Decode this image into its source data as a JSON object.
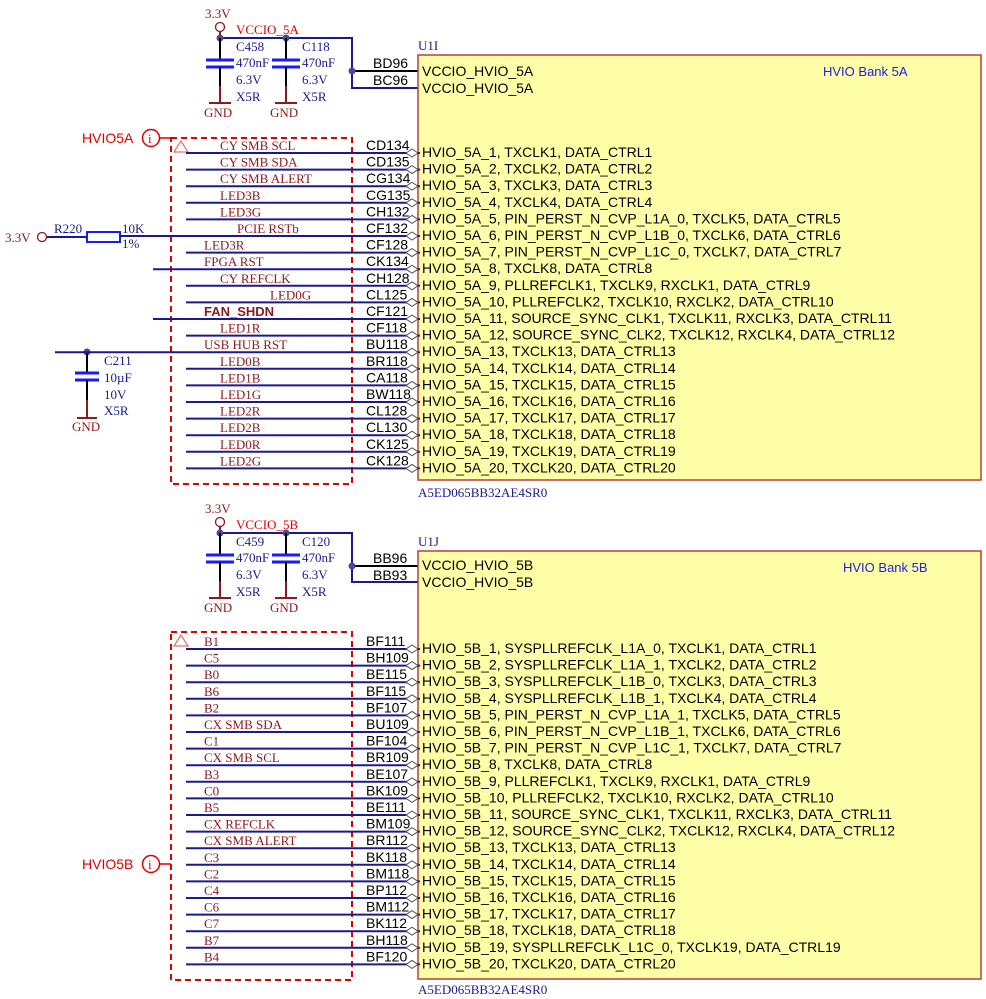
{
  "colors": {
    "wire": "#1a1a8c",
    "net_label": "#8b1a1a",
    "power_label": "#e00000",
    "component_body": "#ffffa8",
    "bank_label": "#2020e0"
  },
  "bank_5a": {
    "power": {
      "supply": "3.3V",
      "net": "VCCIO_5A",
      "caps": [
        {
          "ref": "C458",
          "value": "470nF",
          "voltage": "6.3V",
          "dielectric": "X5R",
          "gnd": "GND"
        },
        {
          "ref": "C118",
          "value": "470nF",
          "voltage": "6.3V",
          "dielectric": "X5R",
          "gnd": "GND"
        }
      ],
      "pins": [
        {
          "ball": "BD96",
          "name": "VCCIO_HVIO_5A"
        },
        {
          "ball": "BC96",
          "name": "VCCIO_HVIO_5A"
        }
      ]
    },
    "component": {
      "designator": "U1I",
      "part": "A5ED065BB32AE4SR0",
      "bank_label": "HVIO Bank 5A"
    },
    "harness": {
      "name": "HVIO5A",
      "icon": "info-icon"
    },
    "pullup": {
      "supply": "3.3V",
      "ref": "R220",
      "value": "10K",
      "tolerance": "1%"
    },
    "bypass": {
      "ref": "C211",
      "value": "10µF",
      "voltage": "10V",
      "dielectric": "X5R",
      "gnd": "GND"
    },
    "signals": [
      {
        "net": "CY_SMB_SCL",
        "ball": "CD134",
        "pin": "HVIO_5A_1, TXCLK1, DATA_CTRL1"
      },
      {
        "net": "CY_SMB_SDA",
        "ball": "CD135",
        "pin": "HVIO_5A_2, TXCLK2, DATA_CTRL2"
      },
      {
        "net": "CY_SMB_ALERT",
        "ball": "CG134",
        "pin": "HVIO_5A_3, TXCLK3, DATA_CTRL3"
      },
      {
        "net": "LED3B",
        "ball": "CG135",
        "pin": "HVIO_5A_4, TXCLK4, DATA_CTRL4"
      },
      {
        "net": "LED3G",
        "ball": "CH132",
        "pin": "HVIO_5A_5, PIN_PERST_N_CVP_L1A_0, TXCLK5, DATA_CTRL5"
      },
      {
        "net": "PCIE_RSTb",
        "ball": "CF132",
        "pin": "HVIO_5A_6, PIN_PERST_N_CVP_L1B_0, TXCLK6, DATA_CTRL6"
      },
      {
        "net": "LED3R",
        "ball": "CF128",
        "pin": "HVIO_5A_7, PIN_PERST_N_CVP_L1C_0, TXCLK7, DATA_CTRL7"
      },
      {
        "net": "FPGA_RST",
        "ball": "CK134",
        "pin": "HVIO_5A_8, TXCLK8, DATA_CTRL8"
      },
      {
        "net": "CY_REFCLK",
        "ball": "CH128",
        "pin": "HVIO_5A_9, PLLREFCLK1, TXCLK9, RXCLK1, DATA_CTRL9"
      },
      {
        "net": "LED0G",
        "ball": "CL125",
        "pin": "HVIO_5A_10, PLLREFCLK2, TXCLK10, RXCLK2, DATA_CTRL10"
      },
      {
        "net": "FAN_SHDN",
        "ball": "CF121",
        "pin": "HVIO_5A_11, SOURCE_SYNC_CLK1, TXCLK11, RXCLK3, DATA_CTRL11"
      },
      {
        "net": "LED1R",
        "ball": "CF118",
        "pin": "HVIO_5A_12, SOURCE_SYNC_CLK2, TXCLK12, RXCLK4, DATA_CTRL12"
      },
      {
        "net": "USB_HUB_RST",
        "ball": "BU118",
        "pin": "HVIO_5A_13, TXCLK13, DATA_CTRL13"
      },
      {
        "net": "LED0B",
        "ball": "BR118",
        "pin": "HVIO_5A_14, TXCLK14, DATA_CTRL14"
      },
      {
        "net": "LED1B",
        "ball": "CA118",
        "pin": "HVIO_5A_15, TXCLK15, DATA_CTRL15"
      },
      {
        "net": "LED1G",
        "ball": "BW118",
        "pin": "HVIO_5A_16, TXCLK16, DATA_CTRL16"
      },
      {
        "net": "LED2R",
        "ball": "CL128",
        "pin": "HVIO_5A_17, TXCLK17, DATA_CTRL17"
      },
      {
        "net": "LED2B",
        "ball": "CL130",
        "pin": "HVIO_5A_18, TXCLK18, DATA_CTRL18"
      },
      {
        "net": "LED0R",
        "ball": "CK125",
        "pin": "HVIO_5A_19, TXCLK19, DATA_CTRL19"
      },
      {
        "net": "LED2G",
        "ball": "CK128",
        "pin": "HVIO_5A_20, TXCLK20, DATA_CTRL20"
      }
    ]
  },
  "bank_5b": {
    "power": {
      "supply": "3.3V",
      "net": "VCCIO_5B",
      "caps": [
        {
          "ref": "C459",
          "value": "470nF",
          "voltage": "6.3V",
          "dielectric": "X5R",
          "gnd": "GND"
        },
        {
          "ref": "C120",
          "value": "470nF",
          "voltage": "6.3V",
          "dielectric": "X5R",
          "gnd": "GND"
        }
      ],
      "pins": [
        {
          "ball": "BB96",
          "name": "VCCIO_HVIO_5B"
        },
        {
          "ball": "BB93",
          "name": "VCCIO_HVIO_5B"
        }
      ]
    },
    "component": {
      "designator": "U1J",
      "part": "A5ED065BB32AE4SR0",
      "bank_label": "HVIO Bank 5B"
    },
    "harness": {
      "name": "HVIO5B",
      "icon": "info-icon"
    },
    "signals": [
      {
        "net": "B1",
        "ball": "BF111",
        "pin": "HVIO_5B_1, SYSPLLREFCLK_L1A_0, TXCLK1, DATA_CTRL1"
      },
      {
        "net": "C5",
        "ball": "BH109",
        "pin": "HVIO_5B_2, SYSPLLREFCLK_L1A_1, TXCLK2, DATA_CTRL2"
      },
      {
        "net": "B0",
        "ball": "BE115",
        "pin": "HVIO_5B_3, SYSPLLREFCLK_L1B_0, TXCLK3, DATA_CTRL3"
      },
      {
        "net": "B6",
        "ball": "BF115",
        "pin": "HVIO_5B_4, SYSPLLREFCLK_L1B_1, TXCLK4, DATA_CTRL4"
      },
      {
        "net": "B2",
        "ball": "BF107",
        "pin": "HVIO_5B_5, PIN_PERST_N_CVP_L1A_1, TXCLK5, DATA_CTRL5"
      },
      {
        "net": "CX_SMB_SDA",
        "ball": "BU109",
        "pin": "HVIO_5B_6, PIN_PERST_N_CVP_L1B_1, TXCLK6, DATA_CTRL6"
      },
      {
        "net": "C1",
        "ball": "BF104",
        "pin": "HVIO_5B_7, PIN_PERST_N_CVP_L1C_1, TXCLK7, DATA_CTRL7"
      },
      {
        "net": "CX_SMB_SCL",
        "ball": "BR109",
        "pin": "HVIO_5B_8, TXCLK8, DATA_CTRL8"
      },
      {
        "net": "B3",
        "ball": "BE107",
        "pin": "HVIO_5B_9, PLLREFCLK1, TXCLK9, RXCLK1, DATA_CTRL9"
      },
      {
        "net": "C0",
        "ball": "BK109",
        "pin": "HVIO_5B_10, PLLREFCLK2, TXCLK10, RXCLK2, DATA_CTRL10"
      },
      {
        "net": "B5",
        "ball": "BE111",
        "pin": "HVIO_5B_11, SOURCE_SYNC_CLK1, TXCLK11, RXCLK3, DATA_CTRL11"
      },
      {
        "net": "CX_REFCLK",
        "ball": "BM109",
        "pin": "HVIO_5B_12, SOURCE_SYNC_CLK2, TXCLK12, RXCLK4, DATA_CTRL12"
      },
      {
        "net": "CX_SMB_ALERT",
        "ball": "BR112",
        "pin": "HVIO_5B_13, TXCLK13, DATA_CTRL13"
      },
      {
        "net": "C3",
        "ball": "BK118",
        "pin": "HVIO_5B_14, TXCLK14, DATA_CTRL14"
      },
      {
        "net": "C2",
        "ball": "BM118",
        "pin": "HVIO_5B_15, TXCLK15, DATA_CTRL15"
      },
      {
        "net": "C4",
        "ball": "BP112",
        "pin": "HVIO_5B_16, TXCLK16, DATA_CTRL16"
      },
      {
        "net": "C6",
        "ball": "BM112",
        "pin": "HVIO_5B_17, TXCLK17, DATA_CTRL17"
      },
      {
        "net": "C7",
        "ball": "BK112",
        "pin": "HVIO_5B_18, TXCLK18, DATA_CTRL18"
      },
      {
        "net": "B7",
        "ball": "BH118",
        "pin": "HVIO_5B_19, SYSPLLREFCLK_L1C_0, TXCLK19, DATA_CTRL19"
      },
      {
        "net": "B4",
        "ball": "BF120",
        "pin": "HVIO_5B_20, TXCLK20, DATA_CTRL20"
      }
    ]
  }
}
